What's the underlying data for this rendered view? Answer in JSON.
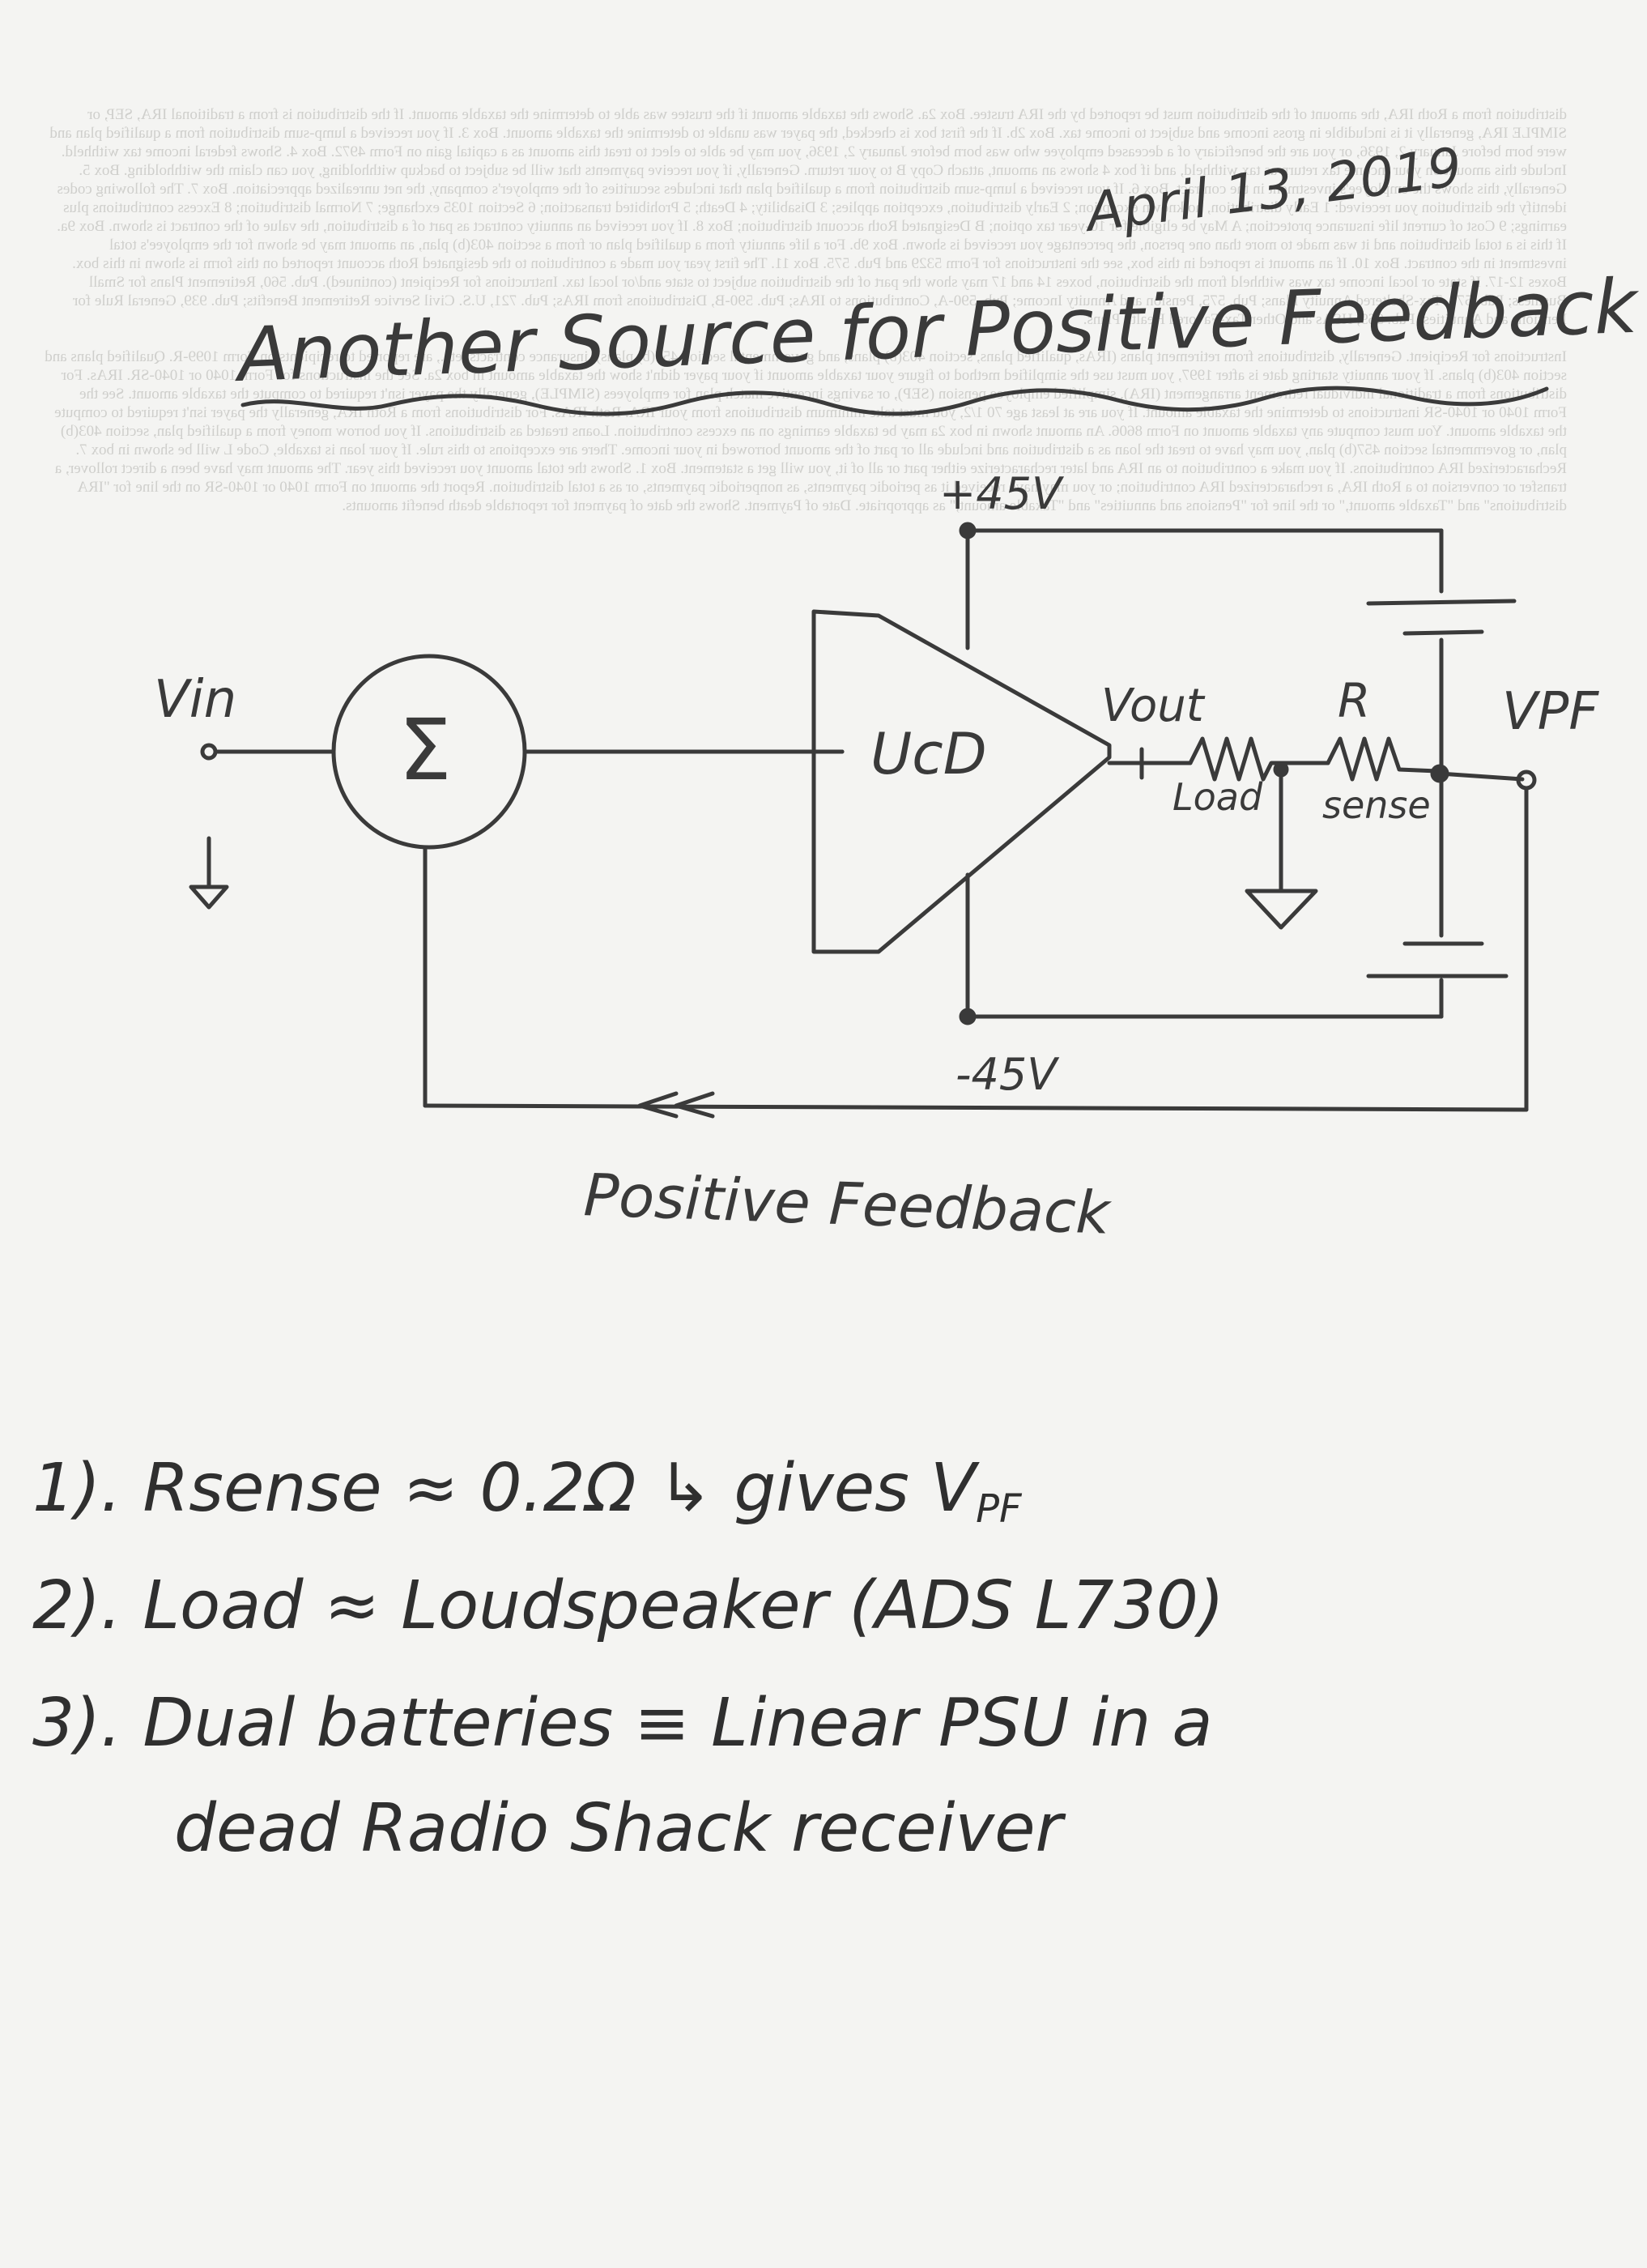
{
  "date": "April 13, 2019",
  "title": "Another Source for Positive Feedback",
  "diagram": {
    "vin_label": "Vin",
    "summer_symbol": "Σ",
    "amp_label": "UcD",
    "vout_label": "Vout",
    "pos_rail": "+45V",
    "neg_rail": "-45V",
    "load_label": "Load",
    "r_label": "R",
    "sense_label": "sense",
    "vpf_label": "VPF",
    "feedback_label": "Positive Feedback"
  },
  "notes": [
    {
      "num": "1).",
      "text": "Rsense ≈ 0.2Ω ↳ gives ",
      "tail": "V",
      "sub": "PF"
    },
    {
      "num": "2).",
      "text": "Load ≈ Loudspeaker (ADS L730)"
    },
    {
      "num": "3).",
      "text": "Dual batteries ≡ Linear PSU in a"
    },
    {
      "num": "",
      "text": "dead Radio Shack receiver"
    }
  ],
  "colors": {
    "ink": "#3a3a3a",
    "paper": "#f4f4f2"
  }
}
